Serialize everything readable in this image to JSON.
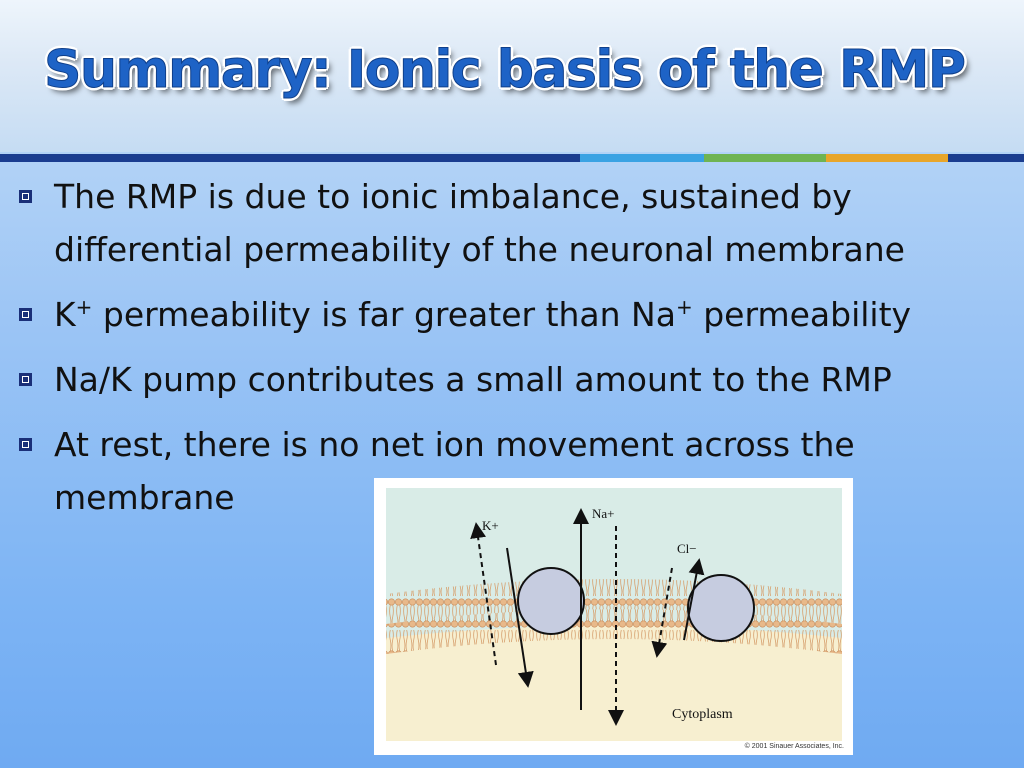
{
  "slide": {
    "title": "Summary: Ionic basis of the RMP",
    "bullets": [
      {
        "text": "The RMP is due to ionic imbalance, sustained by differential permeability of the neuronal membrane"
      },
      {
        "pre": "K",
        "sup1": "+",
        "mid": " permeability is far greater than Na",
        "sup2": "+",
        "post": " permeability"
      },
      {
        "text": "Na/K pump contributes a small amount to the RMP"
      },
      {
        "text": "At rest, there is no net ion movement across the membrane"
      }
    ]
  },
  "figure": {
    "labels": {
      "k": "K+",
      "na": "Na+",
      "cl": "Cl−",
      "cytoplasm": "Cytoplasm",
      "copyright": "© 2001 Sinauer Associates, Inc."
    },
    "colors": {
      "extracellular": "#d9ece7",
      "cytoplasm": "#f7efd0",
      "lipid": "#e8b98a",
      "channel": "#c6cce0"
    }
  }
}
